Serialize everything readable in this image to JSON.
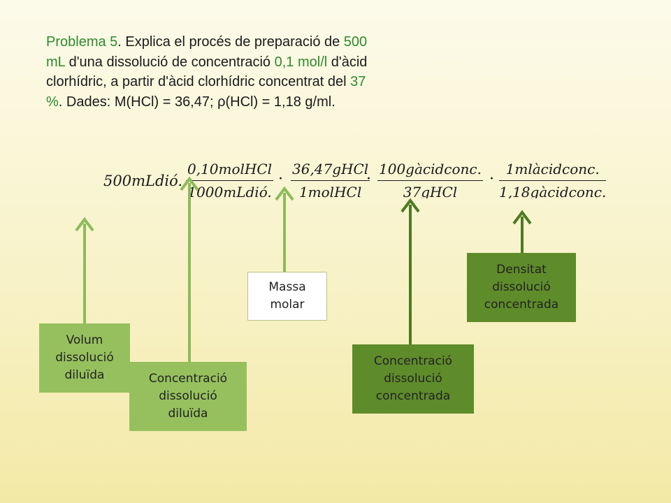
{
  "problem": {
    "parts": [
      {
        "text": "Problema 5",
        "hl": true
      },
      {
        "text": ". Explica el procés de preparació de ",
        "hl": false
      },
      {
        "text": "500 mL",
        "hl": true
      },
      {
        "text": " d'una dissolució de concentració ",
        "hl": false
      },
      {
        "text": "0,1 mol/l",
        "hl": true
      },
      {
        "text": " d'àcid clorhídric, a partir d'àcid clorhídric concentrat del ",
        "hl": false
      },
      {
        "text": "37 %",
        "hl": true
      },
      {
        "text": ". Dades: M(HCl) = 36,47; ρ(HCl) = 1,18 g/ml.",
        "hl": false
      }
    ]
  },
  "equation": {
    "lead": "500mLdió.",
    "fractions": [
      {
        "num": "0,10molHCl",
        "den": "1000mLdió."
      },
      {
        "num": "36,47gHCl",
        "den": "1molHCl"
      },
      {
        "num": "100gàcidconc.",
        "den": "37gHCl"
      },
      {
        "num": "1mlàcidconc.",
        "den": "1,18gàcidconc."
      }
    ],
    "separator": "·"
  },
  "boxes": {
    "volum": "Volum\ndissolució\ndiluïda",
    "conc_diluida": "Concentració\ndissolució\ndiluïda",
    "massa_molar": "Massa\nmolar",
    "conc_concentrada": "Concentració\ndissolució\nconcentrada",
    "densitat": "Densitat\ndissolució\nconcentrada"
  },
  "colors": {
    "highlight": "#2e8b2e",
    "box_light": "#96c05e",
    "box_dark": "#5e8c2a",
    "arrow_light": "#8dbb5a",
    "arrow_dark": "#4e7a22"
  }
}
